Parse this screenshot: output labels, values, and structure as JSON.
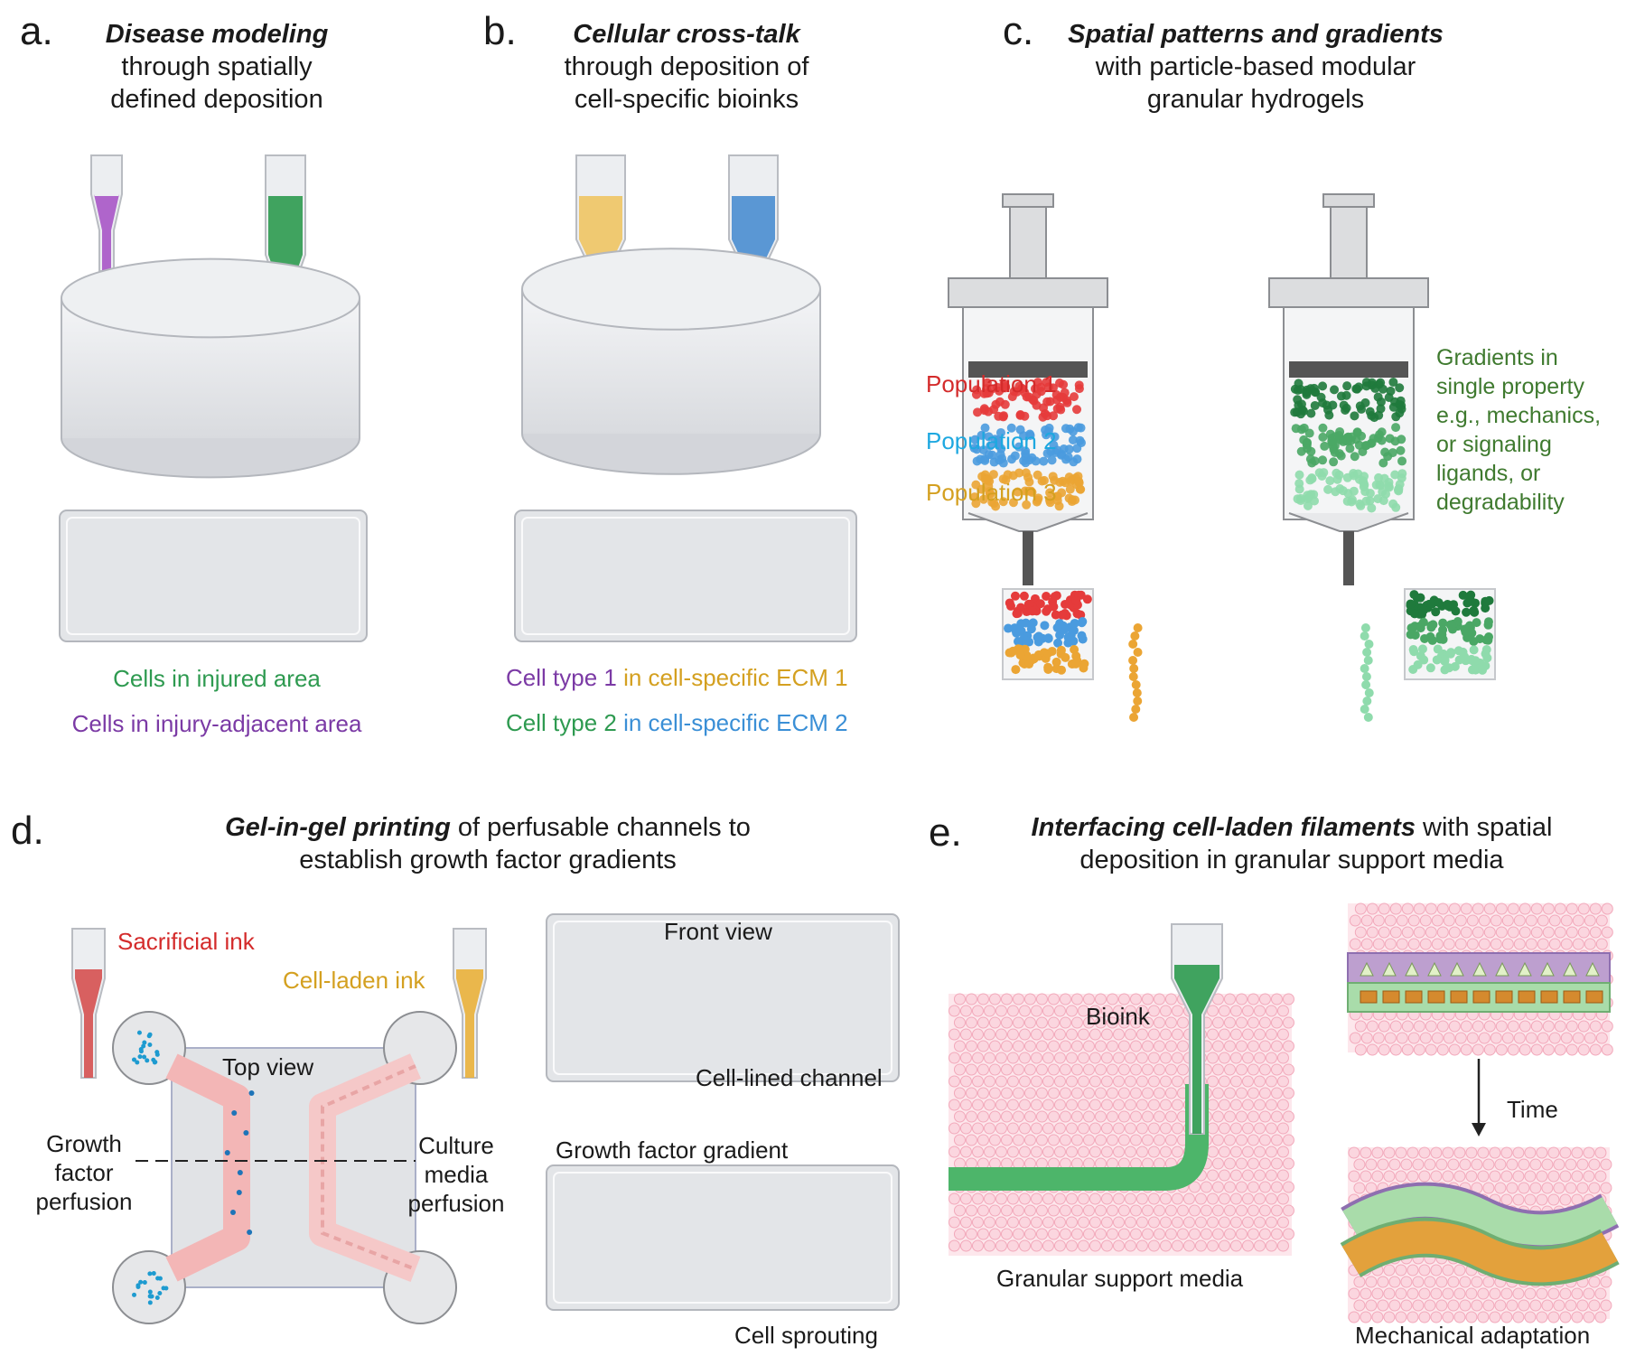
{
  "colors": {
    "green": "#2e9a50",
    "purple": "#7b3aa5",
    "yellow": "#d4a020",
    "blue": "#3a8fd6",
    "red": "#d42b2b",
    "cyan": "#1ea8e0",
    "darkgreen": "#3f7a2f",
    "pink": "#f6c6cf"
  },
  "panel_a": {
    "label": "a.",
    "title_bold": "Disease modeling",
    "title_line2": "through spatially",
    "title_line3": "defined deposition",
    "caption_green": "Cells in injured area",
    "caption_purple": "Cells in injury-adjacent area"
  },
  "panel_b": {
    "label": "b.",
    "title_bold": "Cellular cross-talk",
    "title_line2": "through deposition of",
    "title_line3": "cell-specific bioinks",
    "cap1_a": "Cell type 1",
    "cap1_b": " in cell-specific ECM 1",
    "cap2_a": "Cell type 2",
    "cap2_b": " in cell-specific ECM 2"
  },
  "panel_c": {
    "label": "c.",
    "title_bold": "Spatial patterns and gradients",
    "title_line2": "with particle-based modular",
    "title_line3": "granular hydrogels",
    "pop1": "Population 1",
    "pop2": "Population 2",
    "pop3": "Population 3",
    "gradient_lines": [
      "Gradients in",
      "single property",
      "e.g., mechanics,",
      "or signaling",
      "ligands, or",
      "degradability"
    ]
  },
  "panel_d": {
    "label": "d.",
    "title_bold": "Gel-in-gel printing",
    "title_rest": " of perfusable channels to",
    "title_line2": "establish growth factor gradients",
    "sacrificial": "Sacrificial ink",
    "cellladen": "Cell-laden ink",
    "topview": "Top view",
    "growth_lines": [
      "Growth",
      "factor",
      "perfusion"
    ],
    "culture_lines": [
      "Culture",
      "media",
      "perfusion"
    ],
    "frontview": "Front view",
    "celllined": "Cell-lined channel",
    "gradient": "Growth factor gradient",
    "sprouting": "Cell sprouting"
  },
  "panel_e": {
    "label": "e.",
    "title_bold": "Interfacing cell-laden filaments",
    "title_rest": " with spatial",
    "title_line2": "deposition in granular support media",
    "bioink": "Bioink",
    "granular": "Granular support media",
    "time": "Time",
    "mechanical": "Mechanical adaptation"
  }
}
